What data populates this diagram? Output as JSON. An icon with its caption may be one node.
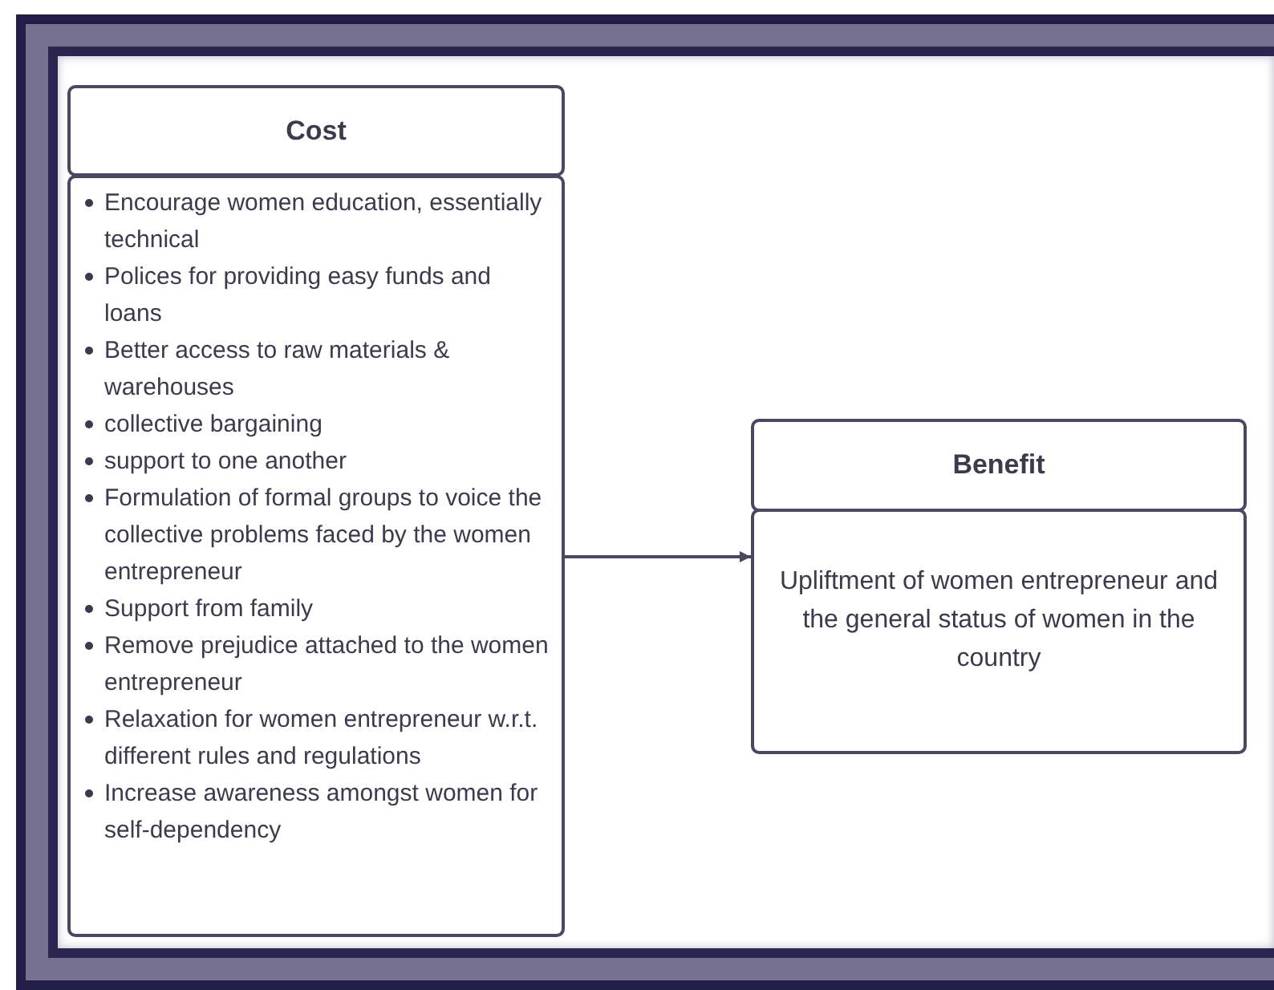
{
  "diagram": {
    "nodes": [
      {
        "text": [
          "Cost"
        ]
      },
      {
        "text": [
          "Encourage women education, essentially technical",
          "Polices for providing easy funds and loans",
          "Better access to raw materials  & warehouses",
          "collective bargaining",
          "support to one another",
          "Formulation of formal groups to voice the collective problems faced by the women entrepreneur",
          "Support from family",
          "Remove prejudice attached to the women entrepreneur",
          "Relaxation for women entrepreneur w.r.t. different rules and regulations",
          "Increase awareness amongst women for self-dependency"
        ]
      },
      {
        "text": [
          "Benefit"
        ]
      },
      {
        "text": [
          "Upliftment of women entrepreneur and the general status of women in the country"
        ]
      }
    ],
    "edges": [
      {
        "from": 1,
        "to": 3,
        "arrow": "to"
      }
    ]
  }
}
